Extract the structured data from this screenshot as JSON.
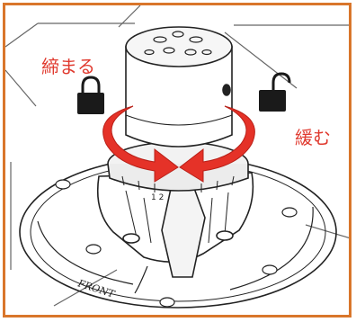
{
  "labels": {
    "tighten": "締まる",
    "loosen": "緩む"
  },
  "brand_mark": "FRONT",
  "dial_marks": "1 2",
  "icons": {
    "tighten": "lock-closed-icon",
    "loosen": "lock-open-icon",
    "tighten_direction": "curved-arrow-clockwise-icon",
    "loosen_direction": "curved-arrow-counterclockwise-icon"
  },
  "colors": {
    "frame": "#d9762b",
    "arrow": "#e53228",
    "label": "#e03a2f",
    "ink": "#222222",
    "padlock": "#1a1a1a"
  }
}
